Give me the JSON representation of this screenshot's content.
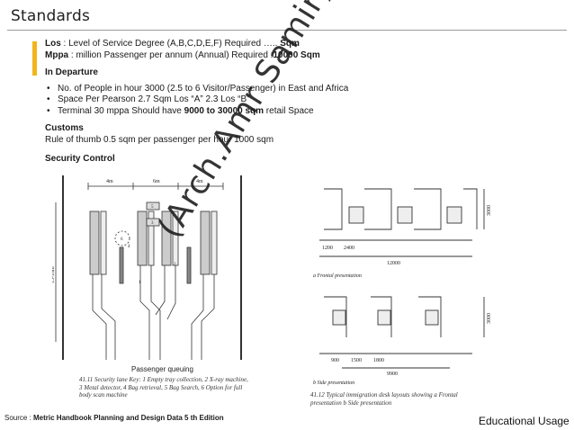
{
  "slide": {
    "title": "Standards",
    "los_label": "Los",
    "los_text": " : Level of Service Degree (A,B,C,D,E,F) Required ….. ",
    "los_value": "Sqm",
    "mppa_label": "Mppa",
    "mppa_text": " : million Passenger per annum (Annual)  Required :",
    "mppa_value": "10000 Sqm",
    "departure_heading": "In Departure",
    "departure_items": [
      "No. of People in hour 3000 (2.5 to 6 Visitor/Passenger) in East and Africa",
      "Space Per Pearson 2.7 Sqm Los “A” 2.3 Los “B”"
    ],
    "terminal_prefix": "Terminal 30 mppa Should have ",
    "terminal_value": "9000 to 30000 sqm",
    "terminal_suffix": " retail Space",
    "customs_heading": "Customs",
    "customs_text": "Rule of thumb 0.5 sqm per passenger per hour 1000 sqm",
    "security_heading": "Security Control",
    "watermark": "(Arch.Amr Samir)",
    "source_label": "Source : ",
    "source_value": "Metric Handbook Planning and Design Data 5 th Edition",
    "badge": "Educational Usage"
  },
  "figure_security": {
    "dim_top": [
      "4m",
      "6m",
      "4m"
    ],
    "dim_side": "13-18m",
    "marker_labels": [
      "6",
      "5",
      "4",
      "3",
      "2",
      "1"
    ],
    "queue_label": "Passenger queuing",
    "caption": [
      "41.11 Security lane Key: 1 Empty tray collection, 2 X-ray  machine,",
      "3 Metal detector, 4 Bag retrieval, 5 Bag Search, 6  Option for full",
      "body scan machine"
    ]
  },
  "figure_immigration": {
    "frontal_dims": [
      "1200",
      "2400",
      "12000",
      "3000"
    ],
    "frontal_label": "a  Frontal presentation",
    "side_dims": [
      "900",
      "1500",
      "1800",
      "9900",
      "3000"
    ],
    "side_label": "b  Side presentation",
    "caption": [
      "41.12 Typical immigration desk layouts showing a Frontal",
      "presentation b Side presentation"
    ]
  }
}
